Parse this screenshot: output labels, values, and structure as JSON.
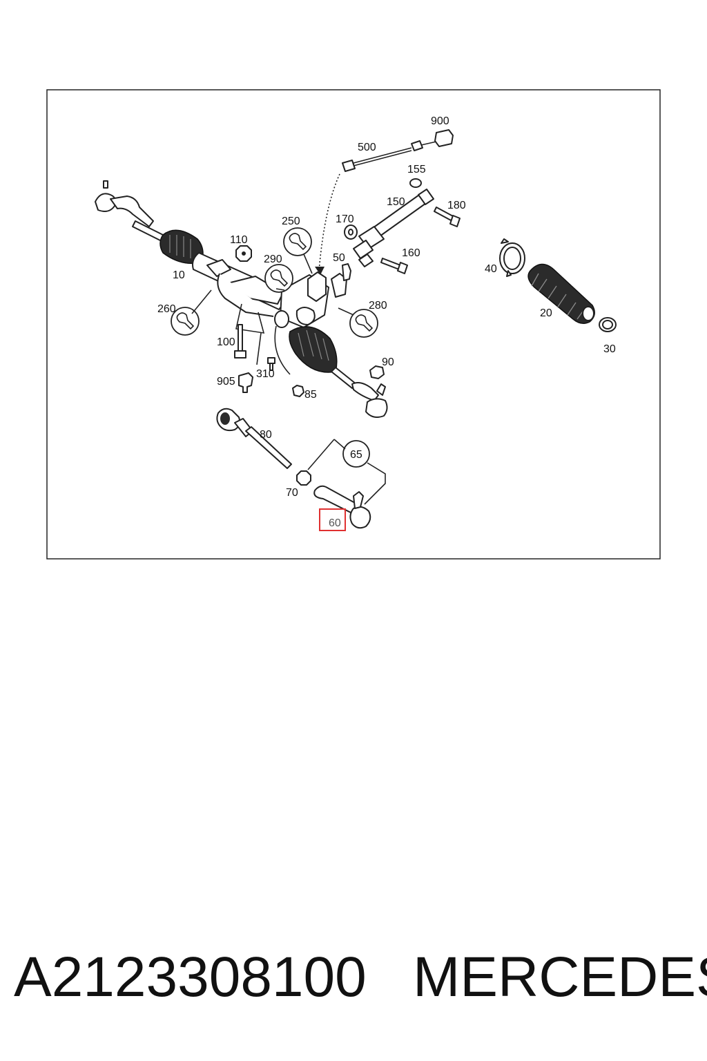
{
  "diagram": {
    "labels": {
      "l10": "10",
      "l20": "20",
      "l30": "30",
      "l40": "40",
      "l50": "50",
      "l60": "60",
      "l65": "65",
      "l70": "70",
      "l80": "80",
      "l85": "85",
      "l90": "90",
      "l100": "100",
      "l110": "110",
      "l150": "150",
      "l155": "155",
      "l160": "160",
      "l170": "170",
      "l180": "180",
      "l250": "250",
      "l260": "260",
      "l280": "280",
      "l290": "290",
      "l310": "310",
      "l500": "500",
      "l900": "900",
      "l905": "905"
    },
    "highlighted_label": "60",
    "highlight_color": "#e03030"
  },
  "footer": {
    "part_number": "A2123308100",
    "brand": "MERCEDES"
  }
}
